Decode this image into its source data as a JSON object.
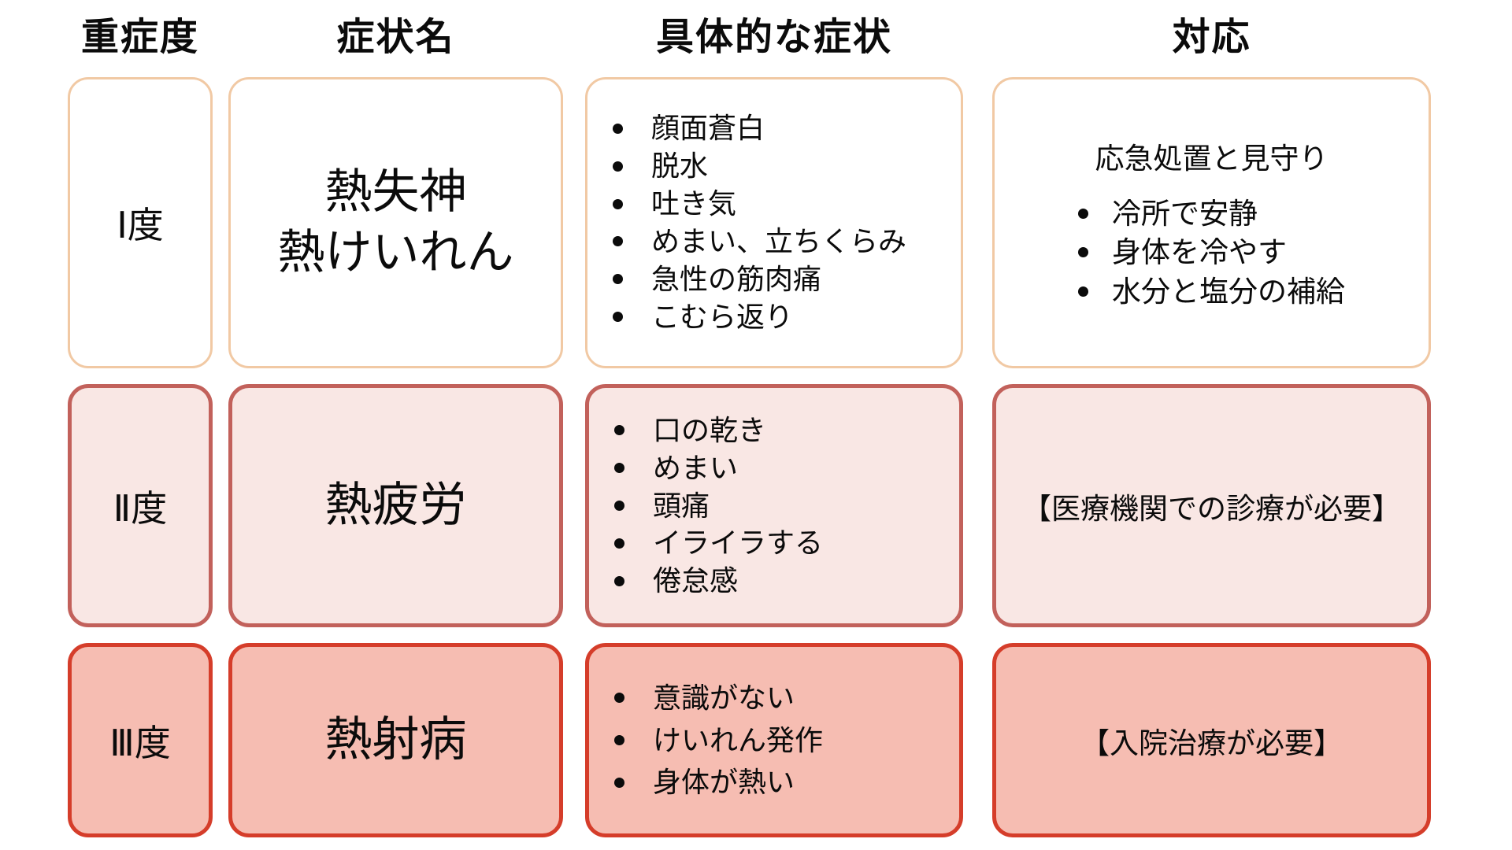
{
  "colors": {
    "tier1_bg": "#FFFFFF",
    "tier1_border": "#F1C9A4",
    "tier2_bg": "#F9E7E4",
    "tier2_border": "#C2615B",
    "tier3_bg": "#F6BDB2",
    "tier3_border": "#D53D2A",
    "text": "#0B0B0B"
  },
  "headers": [
    "重症度",
    "症状名",
    "具体的な症状",
    "対応"
  ],
  "rows": [
    {
      "severity": "Ⅰ度",
      "names": [
        "熱失神",
        "熱けいれん"
      ],
      "symptoms": [
        "顔面蒼白",
        "脱水",
        "吐き気",
        "めまい、立ちくらみ",
        "急性の筋肉痛",
        "こむら返り"
      ],
      "response_heading": "応急処置と見守り",
      "response_bullets": [
        "冷所で安静",
        "身体を冷やす",
        "水分と塩分の補給"
      ]
    },
    {
      "severity": "Ⅱ度",
      "names": [
        "熱疲労"
      ],
      "symptoms": [
        "口の乾き",
        "めまい",
        "頭痛",
        "イライラする",
        "倦怠感"
      ],
      "response_note": "【医療機関での診療が必要】"
    },
    {
      "severity": "Ⅲ度",
      "names": [
        "熱射病"
      ],
      "symptoms": [
        "意識がない",
        "けいれん発作",
        "身体が熱い"
      ],
      "response_note": "【入院治療が必要】"
    }
  ]
}
